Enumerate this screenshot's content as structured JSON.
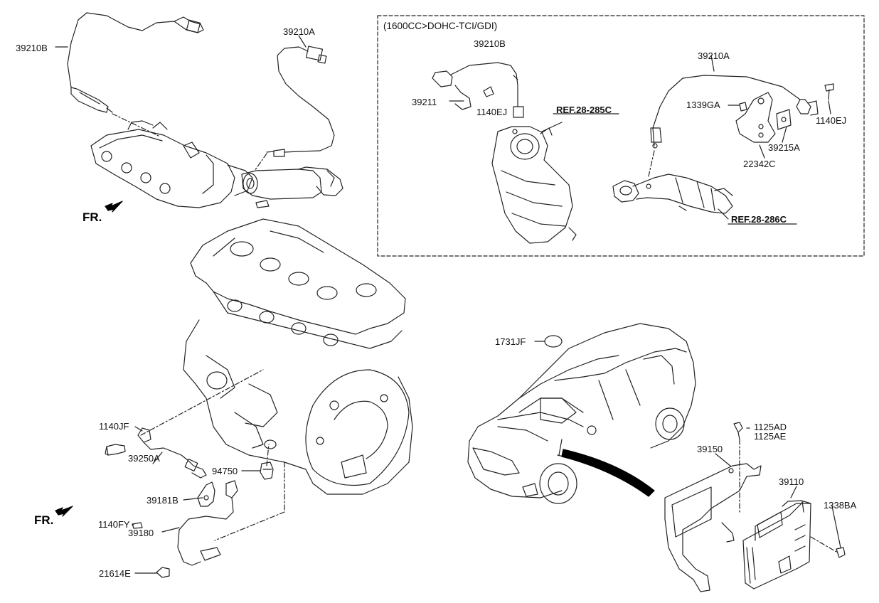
{
  "diagram": {
    "variant_note": "(1600CC>DOHC-TCI/GDI)",
    "fr_markers": [
      "FR.",
      "FR."
    ],
    "labels": {
      "p39210B_top": "39210B",
      "p39210A_top": "39210A",
      "p39210B_box": "39210B",
      "p39210A_box": "39210A",
      "p39211": "39211",
      "p1140EJ_left": "1140EJ",
      "ref285C": "REF.28-285C",
      "p1339GA": "1339GA",
      "p1140EJ_right": "1140EJ",
      "p39215A": "39215A",
      "p22342C": "22342C",
      "ref286C": "REF.28-286C",
      "p1731JF": "1731JF",
      "p1140JF": "1140JF",
      "p39250A": "39250A",
      "p94750": "94750",
      "p39181B": "39181B",
      "p1140FY": "1140FY",
      "p39180": "39180",
      "p21614E": "21614E",
      "p1125AD": "1125AD",
      "p1125AE": "1125AE",
      "p39150": "39150",
      "p39110": "39110",
      "p1338BA": "1338BA"
    }
  }
}
